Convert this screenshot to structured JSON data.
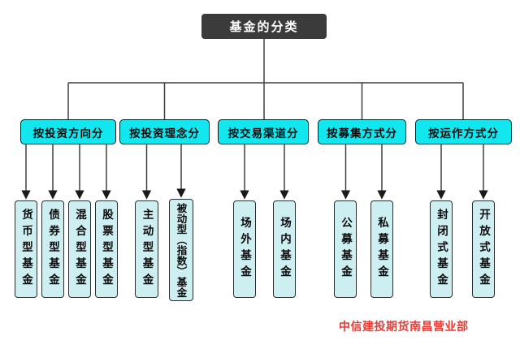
{
  "title": "基金的分类",
  "footer": "中信建投期货南昌营业部",
  "colors": {
    "root_fill": "#3b3b3b",
    "category_fill": "#12e7f0",
    "leaf_fill": "#cdeff2",
    "connector_line": "#3f3f3f",
    "footer_text": "#e93b33"
  },
  "groups": [
    {
      "label": "按投资方向分",
      "children": [
        "货币型基金",
        "债券型基金",
        "混合型基金",
        "股票型基金"
      ]
    },
    {
      "label": "按投资理念分",
      "children": [
        "主动型基金",
        "被动型（指数）基金"
      ]
    },
    {
      "label": "按交易渠道分",
      "children": [
        "场外基金",
        "场内基金"
      ]
    },
    {
      "label": "按募集方式分",
      "children": [
        "公募基金",
        "私募基金"
      ]
    },
    {
      "label": "按运作方式分",
      "children": [
        "封闭式基金",
        "开放式基金"
      ]
    }
  ]
}
